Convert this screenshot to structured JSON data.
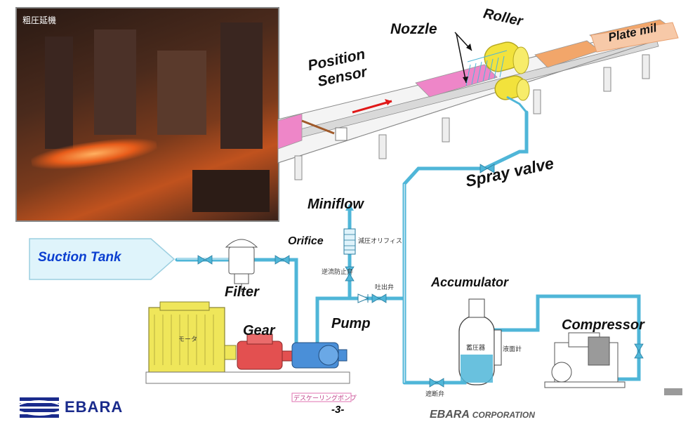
{
  "photo": {
    "caption": "粗圧延機"
  },
  "labels": {
    "nozzle": "Nozzle",
    "roller": "Roller",
    "plate_mil": "Plate mil",
    "position": "Position",
    "sensor": "Sensor",
    "spray_valve": "Spray valve",
    "miniflow": "Miniflow",
    "orifice": "Orifice",
    "suction_tank": "Suction Tank",
    "filter": "Filter",
    "gear": "Gear",
    "pump": "Pump",
    "accumulator": "Accumulator",
    "compressor": "Compressor"
  },
  "small_labels": {
    "reducing_orifice": "減圧オリフィス",
    "check_valve": "逆流防止弁",
    "discharge_valve": "吐出弁",
    "motor": "モータ",
    "accumulator_jp": "蓄圧器",
    "level_gauge": "液面計",
    "stop_valve": "遮断弁",
    "pump_jp": "デスケーリングポンプ"
  },
  "footer": {
    "logo": "EBARA",
    "page": "-3-",
    "corp_main": "EBARA",
    "corp_sub": "CORPORATION"
  },
  "colors": {
    "pipe": "#4fb6d8",
    "suction_tank_text": "#0b3fd0",
    "motor": "#efe65a",
    "gear": "#e35050",
    "pump": "#4a8fd8",
    "plate_pink": "#ee86c8",
    "plate_orange": "#f2a66a",
    "roller": "#f2e23c",
    "flow_arrow": "#e01818",
    "logo": "#1a2b8c"
  }
}
